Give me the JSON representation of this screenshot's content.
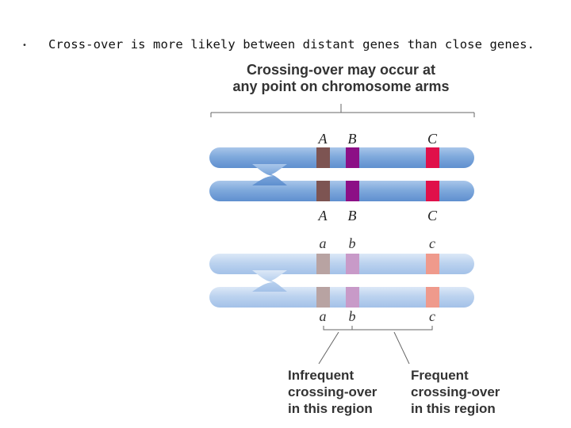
{
  "bullet": {
    "marker": "•",
    "text": "Cross-over is more likely between distant genes than close genes."
  },
  "diagram": {
    "title_line1": "Crossing-over may occur at",
    "title_line2": "any point on chromosome arms",
    "dominant_top_labels": [
      "A",
      "B",
      "C"
    ],
    "dominant_bottom_labels": [
      "A",
      "B",
      "C"
    ],
    "recessive_top_labels": [
      "a",
      "b",
      "c"
    ],
    "recessive_bottom_labels": [
      "a",
      "b",
      "c"
    ],
    "caption_left": [
      "Infrequent",
      "crossing-over",
      "in this region"
    ],
    "caption_right": [
      "Frequent",
      "crossing-over",
      "in this region"
    ],
    "colors": {
      "chromosome_dark": "#7fa9dc",
      "chromosome_light": "#bcd3ef",
      "gene_A": "#7d5452",
      "gene_B": "#8c0f86",
      "gene_C": "#e0104a",
      "gene_a": "#b8a3a2",
      "gene_b": "#c89ac8",
      "gene_c": "#ef9a8c"
    }
  }
}
